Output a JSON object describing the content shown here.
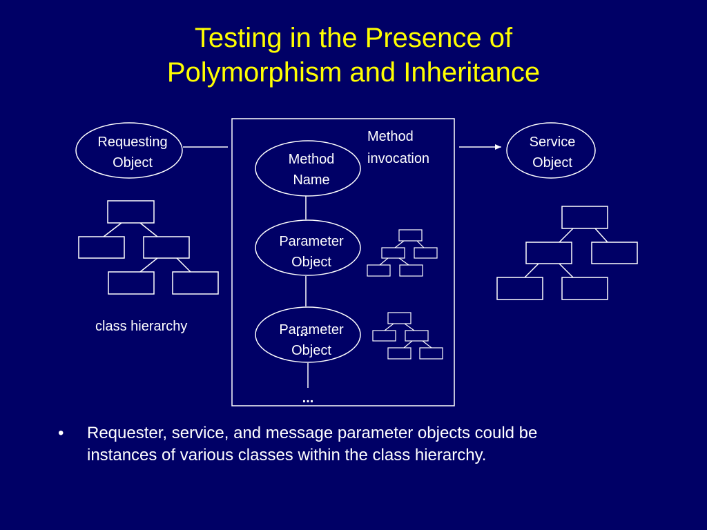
{
  "slide": {
    "title_lines": [
      "Testing in the Presence of",
      "Polymorphism and Inheritance"
    ],
    "text_color": "#ffffff",
    "title_color": "#ffff00",
    "background_color": "#000066"
  },
  "diagram": {
    "requesting_object": [
      "Requesting",
      "Object"
    ],
    "service_object": [
      "Service",
      "Object"
    ],
    "method_name": [
      "Method",
      "Name"
    ],
    "parameter_object_1": [
      "Parameter",
      "Object"
    ],
    "parameter_object_2": [
      "Parameter",
      "Object"
    ],
    "method_invocation_label": [
      "Method",
      "invocation"
    ],
    "class_hierarchy_label": "class hierarchy",
    "ellipsis_inner": "...",
    "ellipsis_bottom": "..."
  },
  "bullets": [
    {
      "marker": "•",
      "lines": [
        "Requester, service, and message parameter objects could be",
        "instances of various classes within the class hierarchy."
      ]
    }
  ]
}
